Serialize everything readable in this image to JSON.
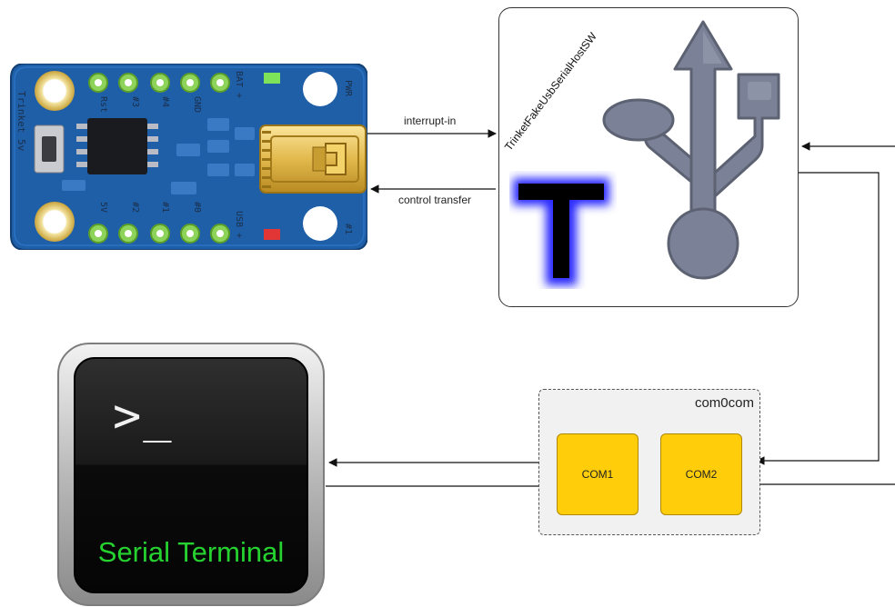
{
  "board": {
    "pins_top": [
      "BAT +",
      "GND",
      "#4",
      "#3",
      "Rst"
    ],
    "pins_bottom": [
      "USB +",
      "#0",
      "#1",
      "#2",
      "5V"
    ],
    "pwr_label": "PWR",
    "pin1_label": "#1",
    "side_label": "Trinket 5v"
  },
  "links": {
    "interrupt_label": "interrupt-in",
    "control_label": "control transfer"
  },
  "software": {
    "title": "TrinketFakeUsbSerialHostSW",
    "logo_letter": "T"
  },
  "com0com": {
    "label": "com0com",
    "ports": [
      "COM1",
      "COM2"
    ]
  },
  "terminal": {
    "prompt": ">_",
    "label": "Serial Terminal"
  },
  "colors": {
    "board": "#1f5fa8",
    "pin_pad": "#8fd45a",
    "connector": "#e0b84a",
    "com_port": "#ffcd09",
    "terminal_text": "#25d22f",
    "usb_logo": "#7b8196",
    "logo_glow": "#2a2bff"
  }
}
